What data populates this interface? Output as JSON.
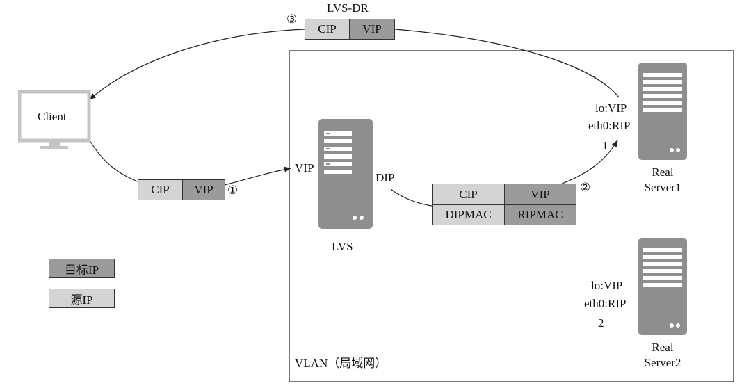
{
  "title": "LVS-DR",
  "step_markers": {
    "s1": "①",
    "s2": "②",
    "s3": "③"
  },
  "client_label": "Client",
  "packet1": {
    "src": "CIP",
    "dst": "VIP"
  },
  "packet2": {
    "src": "CIP",
    "dst": "VIP",
    "src_mac": "DIPMAC",
    "dst_mac": "RIPMAC"
  },
  "packet3": {
    "src": "CIP",
    "dst": "VIP"
  },
  "lvs": {
    "name": "LVS",
    "vip": "VIP",
    "dip": "DIP"
  },
  "real_server1": {
    "line1": "Real",
    "line2": "Server1",
    "lo": "lo:VIP",
    "eth0": "eth0:RIP",
    "index": "1"
  },
  "real_server2": {
    "line1": "Real",
    "line2": "Server2",
    "lo": "lo:VIP",
    "eth0": "eth0:RIP",
    "index": "2"
  },
  "vlan_label": "VLAN（局域网）",
  "legend": {
    "dest_ip": "目标IP",
    "src_ip": "源IP"
  },
  "colors": {
    "dest": "#9b9b9b",
    "src": "#d4d4d4",
    "server": "#8e8e8e"
  }
}
